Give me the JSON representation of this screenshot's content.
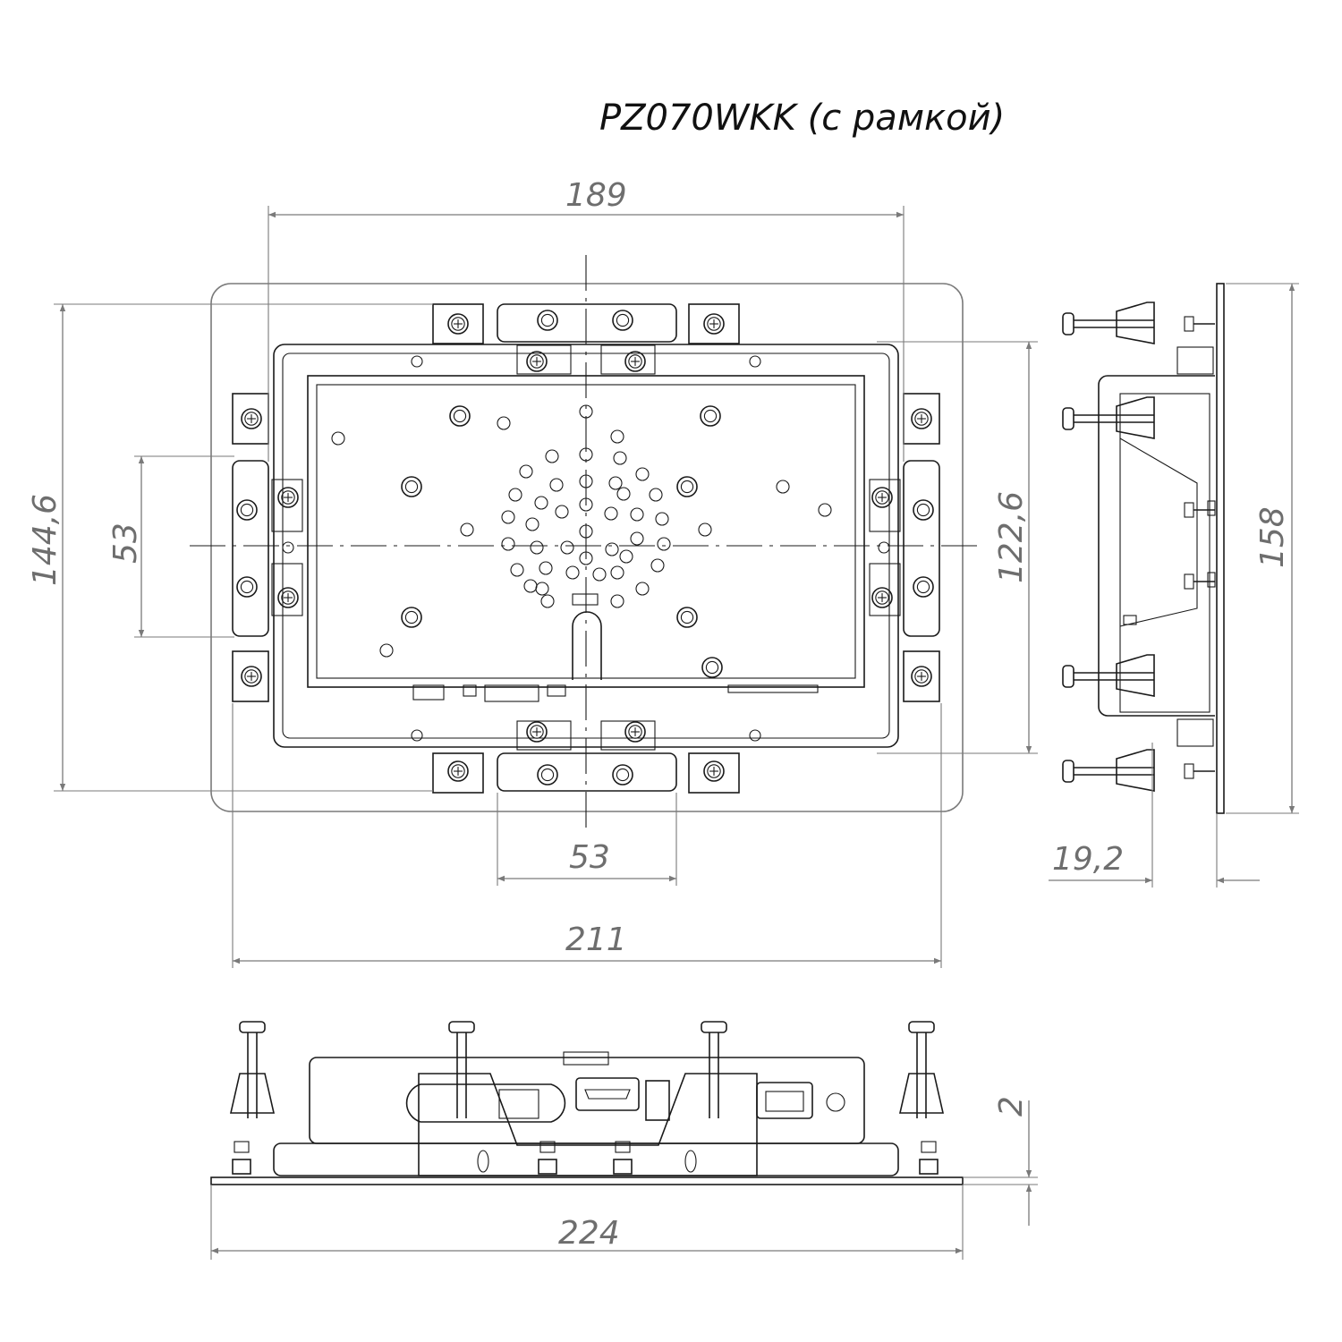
{
  "title": "PZ070WKK (с рамкой)",
  "dimensions": {
    "top_width": "189",
    "left_height": "144,6",
    "left_inner": "53",
    "right_height": "122,6",
    "bottom_inner": "53",
    "overall_width": "211",
    "side_height": "158",
    "side_depth": "19,2",
    "bottom_view_thickness": "2",
    "bottom_view_width": "224"
  }
}
